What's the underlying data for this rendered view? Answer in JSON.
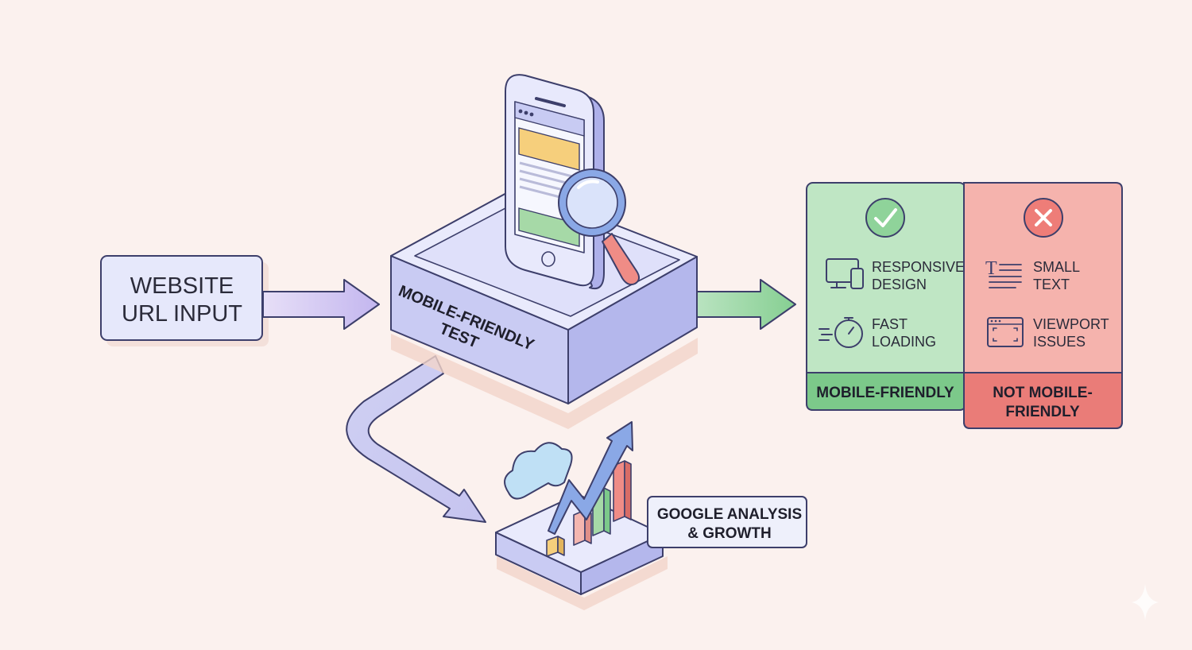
{
  "input_box": {
    "line1": "WEBSITE",
    "line2": "URL INPUT"
  },
  "test_platform": {
    "line1": "MOBILE-FRIENDLY",
    "line2": "TEST"
  },
  "results": {
    "pass": {
      "label": "MOBILE-FRIENDLY",
      "color": "#7cc98a",
      "items": [
        {
          "icon": "devices-icon",
          "line1": "RESPONSIVE",
          "line2": "DESIGN"
        },
        {
          "icon": "stopwatch-icon",
          "line1": "FAST",
          "line2": "LOADING"
        }
      ]
    },
    "fail": {
      "label_line1": "NOT MOBILE-",
      "label_line2": "FRIENDLY",
      "color": "#ea7c78",
      "items": [
        {
          "icon": "text-size-icon",
          "line1": "SMALL",
          "line2": "TEXT"
        },
        {
          "icon": "viewport-icon",
          "line1": "VIEWPORT",
          "line2": "ISSUES"
        }
      ]
    }
  },
  "growth": {
    "line1": "GOOGLE ANALYSIS",
    "line2": "& GROWTH"
  },
  "colors": {
    "background": "#fbf1ee",
    "lavender": "#dcdcf4",
    "outline": "#3d3f6b",
    "pass_panel": "#bfe6c4",
    "fail_panel": "#f5b3ad"
  }
}
